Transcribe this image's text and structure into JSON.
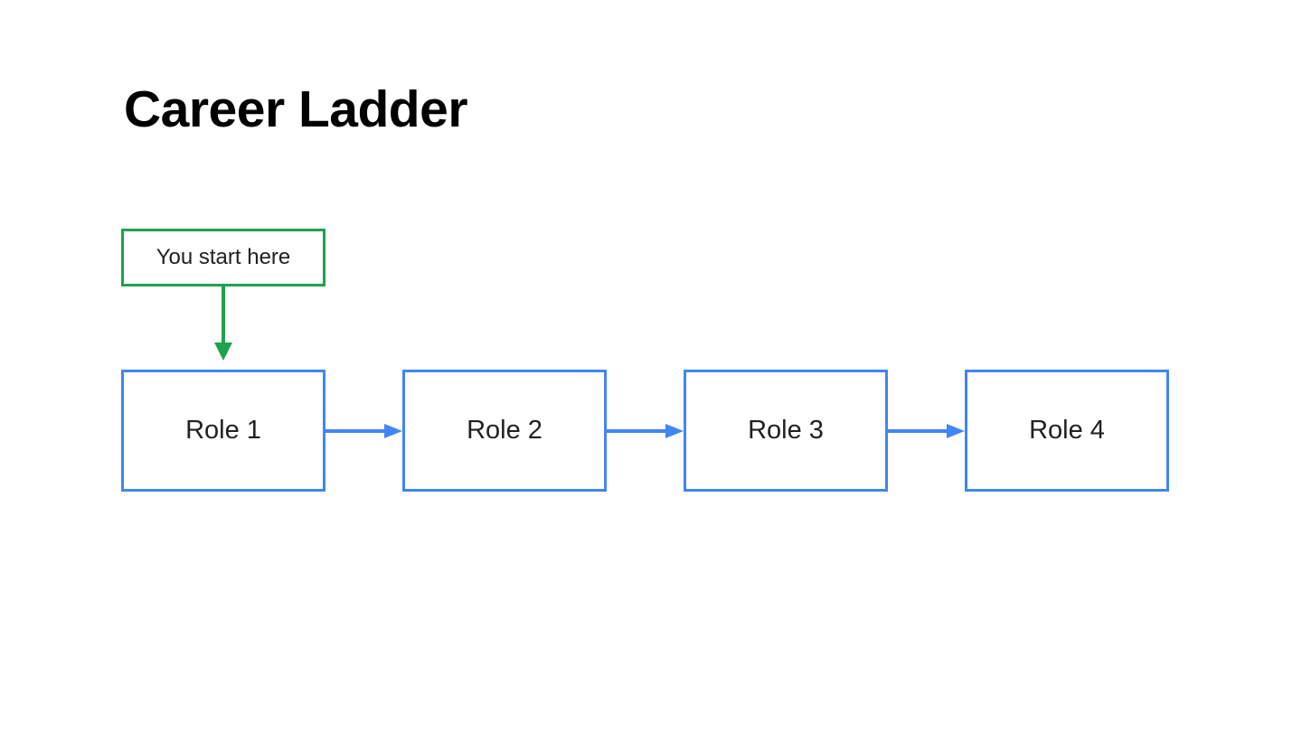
{
  "page": {
    "title": "Career Ladder",
    "background_color": "#ffffff"
  },
  "callout": {
    "label": "You start here",
    "border_color": "#1ea24e"
  },
  "ladder": {
    "roles": [
      {
        "label": "Role 1"
      },
      {
        "label": "Role 2"
      },
      {
        "label": "Role 3"
      },
      {
        "label": "Role 4"
      }
    ],
    "box_border_color": "#4285f4",
    "flow_arrow_color": "#4285f4",
    "start_arrow_color": "#1ea24e"
  },
  "colors": {
    "accent_blue": "#4285f4",
    "accent_green": "#1ea24e",
    "title_text": "#000000",
    "body_text": "#212121"
  }
}
